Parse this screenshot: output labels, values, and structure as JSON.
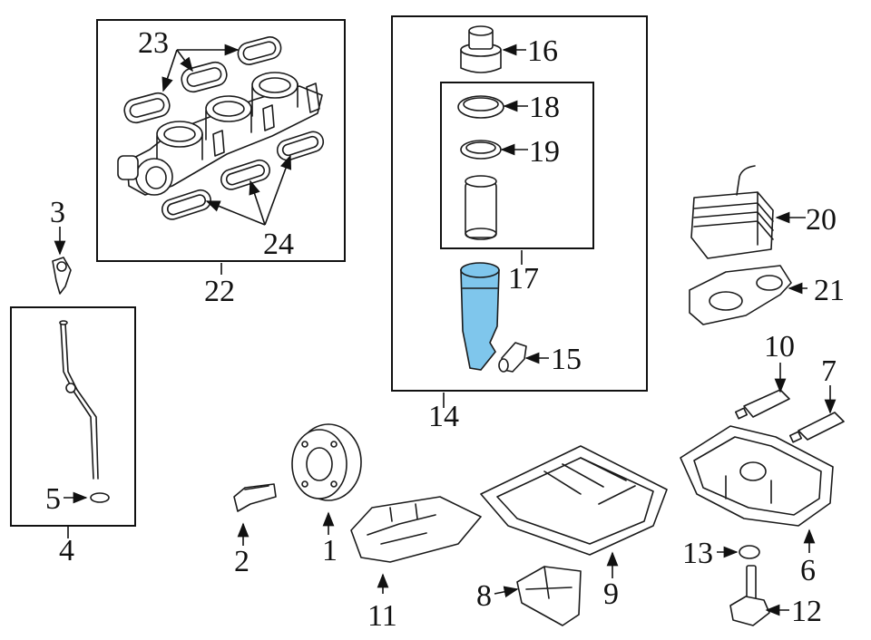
{
  "callouts": {
    "c1": "1",
    "c2": "2",
    "c3": "3",
    "c4": "4",
    "c5": "5",
    "c6": "6",
    "c7": "7",
    "c8": "8",
    "c9": "9",
    "c10": "10",
    "c11": "11",
    "c12": "12",
    "c13": "13",
    "c14": "14",
    "c15": "15",
    "c16": "16",
    "c17": "17",
    "c18": "18",
    "c19": "19",
    "c20": "20",
    "c21": "21",
    "c22": "22",
    "c23": "23",
    "c24": "24"
  },
  "colors": {
    "highlight": "#7fc6ec",
    "line": "#1a1a1a",
    "background": "#ffffff"
  },
  "highlighted_part": "17"
}
